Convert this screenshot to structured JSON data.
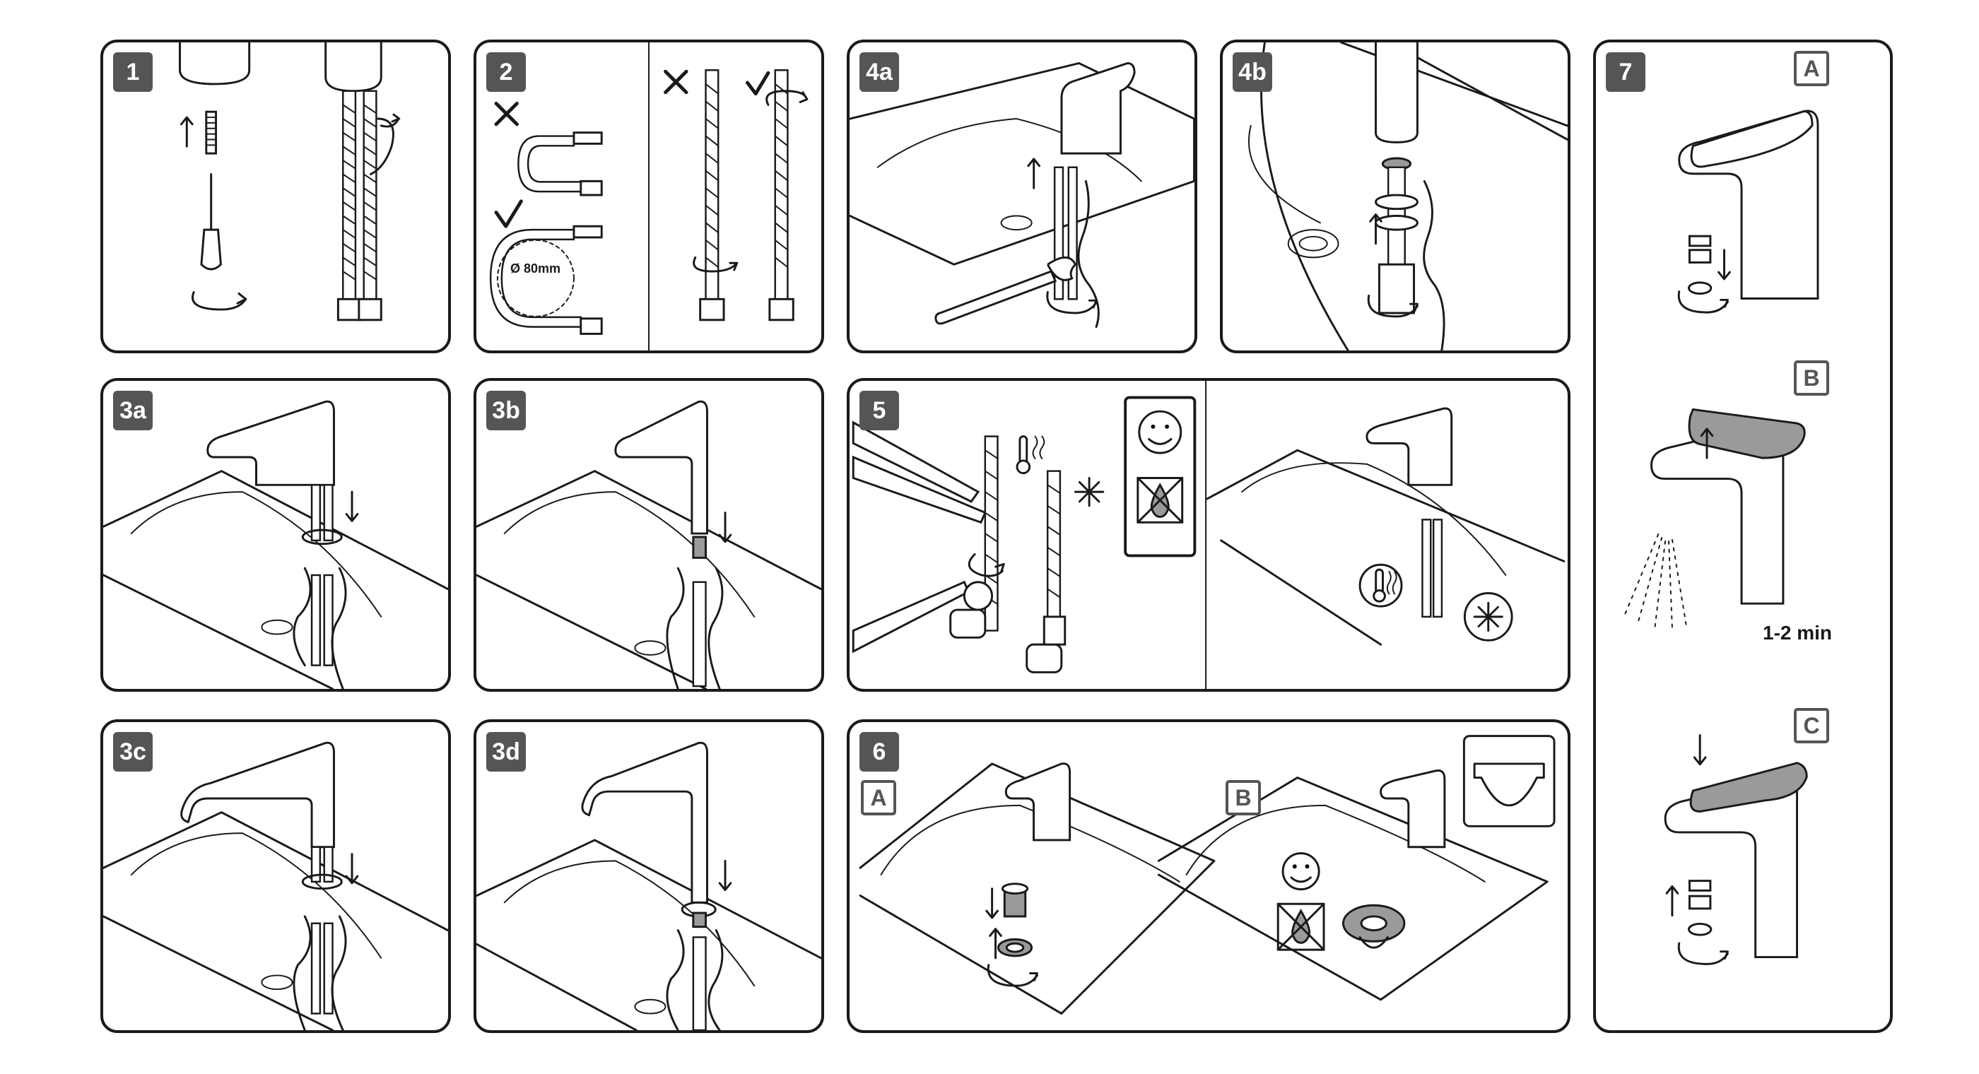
{
  "steps": {
    "s1": "1",
    "s2": "2",
    "s3a": "3a",
    "s3b": "3b",
    "s3c": "3c",
    "s3d": "3d",
    "s4a": "4a",
    "s4b": "4b",
    "s5": "5",
    "s6": "6",
    "s7": "7"
  },
  "step2": {
    "diameter_label": "Ø 80mm"
  },
  "step6": {
    "sub_a": "A",
    "sub_b": "B"
  },
  "step7": {
    "sub_a": "A",
    "sub_b": "B",
    "sub_c": "C",
    "flush_time": "1-2 min"
  },
  "icons": {
    "ok_mark": "check-icon",
    "not_ok_mark": "cross-icon",
    "happy": "smiley-icon",
    "no_water_drops": "no-drops-icon",
    "hot": "thermometer-icon",
    "cold": "snowflake-icon",
    "rotate": "rotate-arrow-icon",
    "direction": "arrow-icon"
  }
}
